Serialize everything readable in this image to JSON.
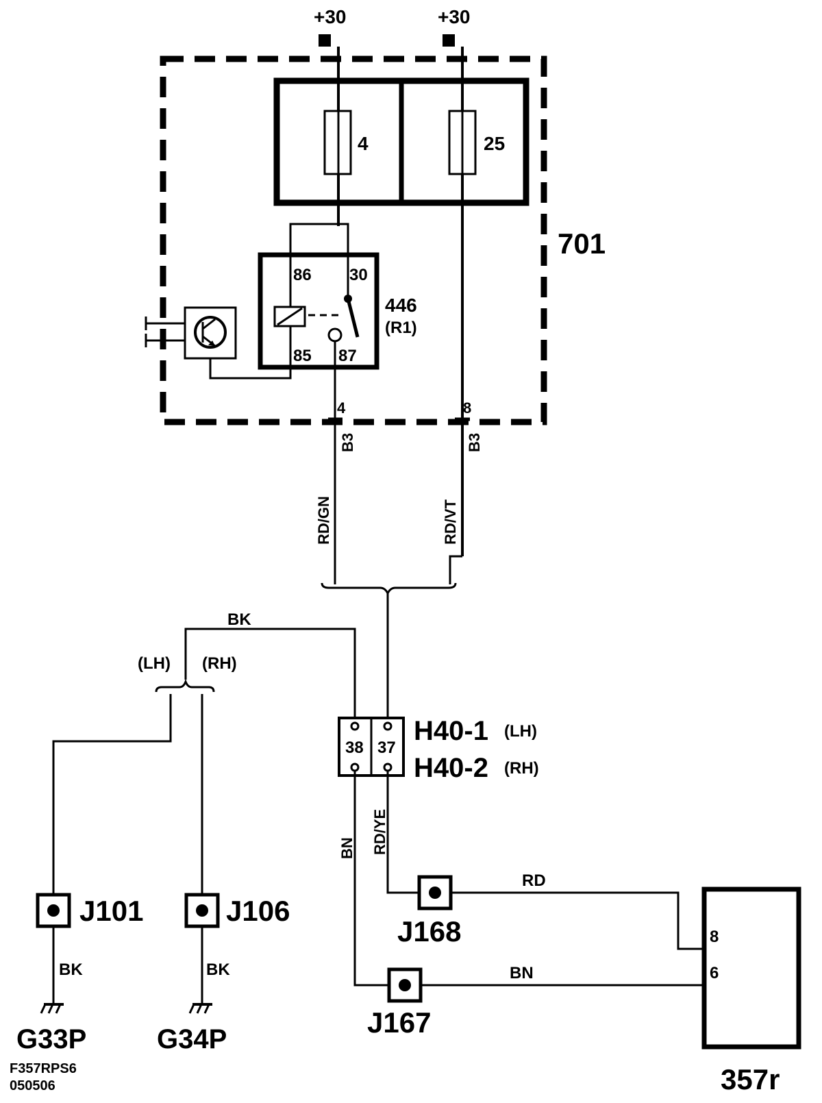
{
  "supplies": [
    {
      "id": "supply-left",
      "label": "+30"
    },
    {
      "id": "supply-right",
      "label": "+30"
    }
  ],
  "fuse_box": {
    "id": "701"
  },
  "fuses": [
    {
      "id": "fuse-4",
      "number": "4"
    },
    {
      "id": "fuse-25",
      "number": "25"
    }
  ],
  "relay": {
    "id": "446",
    "sub_id": "(R1)",
    "pins": {
      "p86": "86",
      "p30": "30",
      "p85": "85",
      "p87": "87"
    }
  },
  "fusebox_outputs": [
    {
      "pin": "4",
      "connector": "B3",
      "wire": "RD/GN"
    },
    {
      "pin": "8",
      "connector": "B3",
      "wire": "RD/VT"
    }
  ],
  "ground_branch": {
    "wire": "BK",
    "left_variant": "(LH)",
    "right_variant": "(RH)"
  },
  "connector_h40": {
    "pin_left": "38",
    "pin_right": "37",
    "label_1": "H40-1",
    "label_1_suffix": "(LH)",
    "label_2": "H40-2",
    "label_2_suffix": "(RH)"
  },
  "h40_outputs": {
    "left_wire": "BN",
    "right_wire": "RD/YE"
  },
  "splices": [
    {
      "id": "J101",
      "wire_below": "BK",
      "ground": "G33P"
    },
    {
      "id": "J106",
      "wire_below": "BK",
      "ground": "G34P"
    },
    {
      "id": "J168",
      "wire_out": "RD"
    },
    {
      "id": "J167",
      "wire_out": "BN"
    }
  ],
  "component_357r": {
    "id": "357r",
    "pin_top": "8",
    "pin_bottom": "6"
  },
  "footer": {
    "line1": "F357RPS6",
    "line2": "050506"
  }
}
